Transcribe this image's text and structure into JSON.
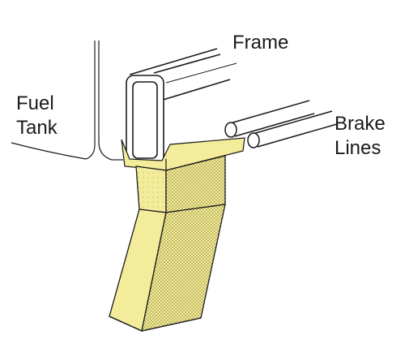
{
  "labels": {
    "frame": "Frame",
    "fuel_line1": "Fuel",
    "fuel_line2": "Tank",
    "brake_line1": "Brake",
    "brake_line2": "Lines"
  },
  "colors": {
    "outline": "#1a1a1a",
    "guard_fill": "#f3ec9a",
    "guard_shade": "#c9b94a"
  }
}
